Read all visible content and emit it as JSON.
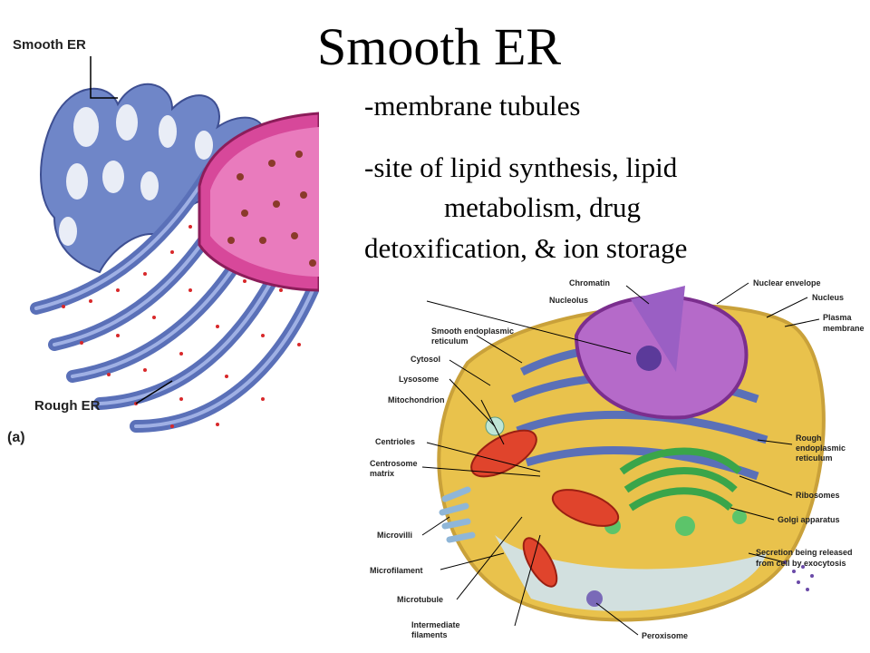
{
  "slide": {
    "title": "Smooth ER",
    "bullets": [
      "-membrane tubules",
      "-site of lipid synthesis, lipid",
      "metabolism, drug",
      "detoxification, & ion storage"
    ]
  },
  "left_figure": {
    "labels": {
      "smooth_er": "Smooth ER",
      "rough_er": "Rough ER",
      "panel": "(a)"
    }
  },
  "right_figure": {
    "labels": {
      "chromatin": "Chromatin",
      "nuclear_envelope": "Nuclear envelope",
      "nucleolus": "Nucleolus",
      "nucleus": "Nucleus",
      "plasma_membrane_1": "Plasma",
      "plasma_membrane_2": "membrane",
      "smooth_er_1": "Smooth endoplasmic",
      "smooth_er_2": "reticulum",
      "cytosol": "Cytosol",
      "lysosome": "Lysosome",
      "mitochondrion": "Mitochondrion",
      "centrioles": "Centrioles",
      "centrosome_1": "Centrosome",
      "centrosome_2": "matrix",
      "rough_er_1": "Rough",
      "rough_er_2": "endoplasmic",
      "rough_er_3": "reticulum",
      "ribosomes": "Ribosomes",
      "golgi": "Golgi apparatus",
      "secretion_1": "Secretion being released",
      "secretion_2": "from cell by exocytosis",
      "microvilli": "Microvilli",
      "microfilament": "Microfilament",
      "microtubule": "Microtubule",
      "intermediate_1": "Intermediate",
      "intermediate_2": "filaments",
      "peroxisome": "Peroxisome"
    }
  },
  "colors": {
    "er_blue": "#6f86c8",
    "nucleus_pink": "#d7489a",
    "ribosome_red": "#d8282a",
    "golgi_green": "#3aa54a",
    "mito_red": "#e0442c",
    "cytosol_yellow": "#e9c24c"
  }
}
